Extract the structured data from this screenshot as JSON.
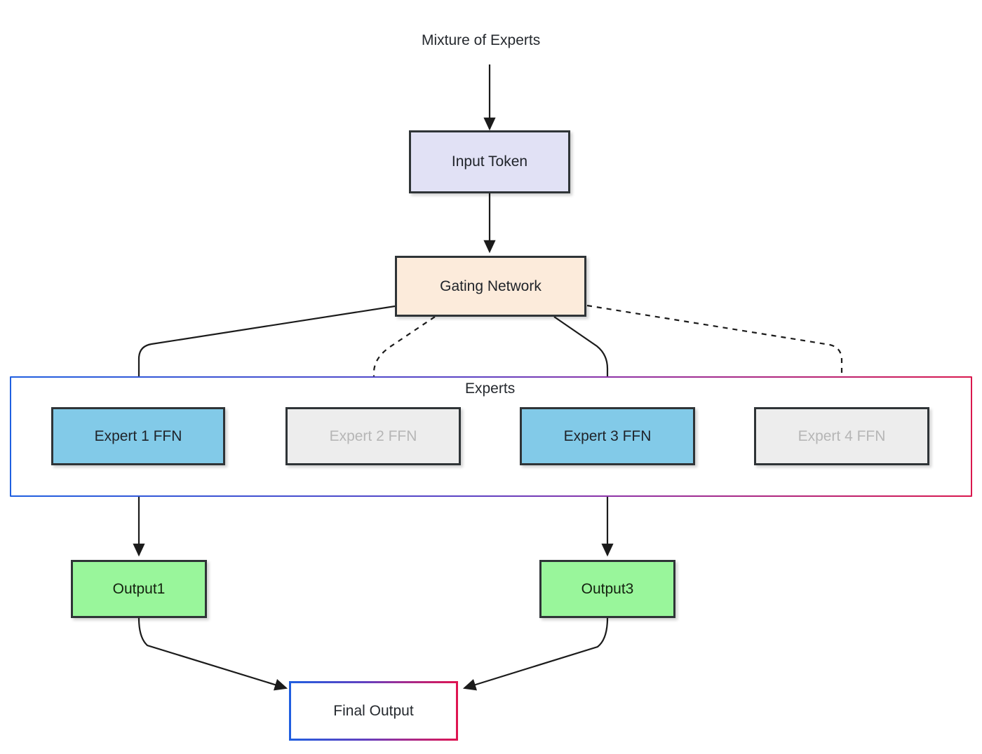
{
  "diagram": {
    "title": "Mixture of Experts",
    "type": "flowchart",
    "background": "#ffffff"
  },
  "colors": {
    "input_fill": "#E1E1F5",
    "gating_fill": "#FCEBDB",
    "expert_active_fill": "#82CAE8",
    "expert_inactive_fill": "#EDEDED",
    "expert_inactive_text": "#B6B6B6",
    "output_fill": "#99F69B",
    "node_stroke": "#2f3437",
    "edge_stroke": "#1b1b1b",
    "group_border_start": "#1f5fe0",
    "group_border_end": "#d9174d"
  },
  "nodes": {
    "input_token": {
      "label": "Input Token"
    },
    "gating_network": {
      "label": "Gating Network"
    },
    "experts_group": {
      "label": "Experts"
    },
    "expert1": {
      "label": "Expert 1 FFN",
      "state": "active"
    },
    "expert2": {
      "label": "Expert 2 FFN",
      "state": "inactive"
    },
    "expert3": {
      "label": "Expert 3 FFN",
      "state": "active"
    },
    "expert4": {
      "label": "Expert 4 FFN",
      "state": "inactive"
    },
    "output1": {
      "label": "Output1"
    },
    "output3": {
      "label": "Output3"
    },
    "final_output": {
      "label": "Final Output"
    }
  },
  "edges": [
    {
      "from": "start",
      "to": "input_token",
      "style": "solid",
      "arrow": true
    },
    {
      "from": "input_token",
      "to": "gating_network",
      "style": "solid",
      "arrow": true
    },
    {
      "from": "gating_network",
      "to": "expert1",
      "style": "solid",
      "arrow": true
    },
    {
      "from": "gating_network",
      "to": "expert2",
      "style": "dashed",
      "arrow": true
    },
    {
      "from": "gating_network",
      "to": "expert3",
      "style": "solid",
      "arrow": true
    },
    {
      "from": "gating_network",
      "to": "expert4",
      "style": "dashed",
      "arrow": true
    },
    {
      "from": "expert1",
      "to": "output1",
      "style": "solid",
      "arrow": true
    },
    {
      "from": "expert3",
      "to": "output3",
      "style": "solid",
      "arrow": true
    },
    {
      "from": "output1",
      "to": "final_output",
      "style": "solid",
      "arrow": true
    },
    {
      "from": "output3",
      "to": "final_output",
      "style": "solid",
      "arrow": true
    }
  ]
}
